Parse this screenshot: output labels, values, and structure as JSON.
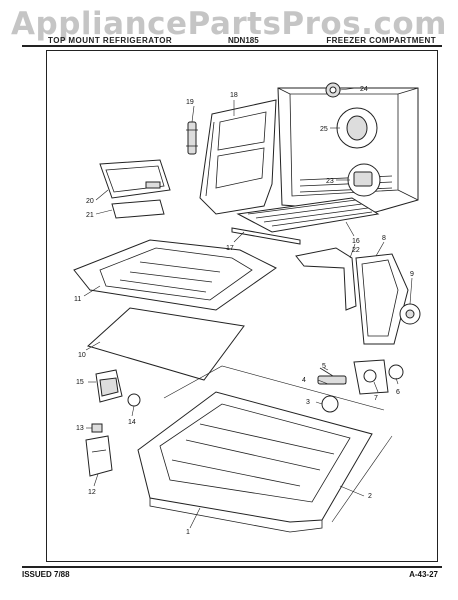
{
  "watermark": "AppliancePartsPros.com",
  "header": {
    "left": "TOP MOUNT REFRIGERATOR",
    "model": "NDN185",
    "section": "FREEZER COMPARTMENT"
  },
  "footer": {
    "issued": "ISSUED 7/88",
    "page": "A-43-27"
  },
  "callouts": [
    "1",
    "2",
    "3",
    "4",
    "5",
    "6",
    "7",
    "8",
    "9",
    "10",
    "11",
    "12",
    "13",
    "14",
    "15",
    "16",
    "17",
    "18",
    "19",
    "20",
    "21",
    "22",
    "23",
    "24",
    "25"
  ]
}
